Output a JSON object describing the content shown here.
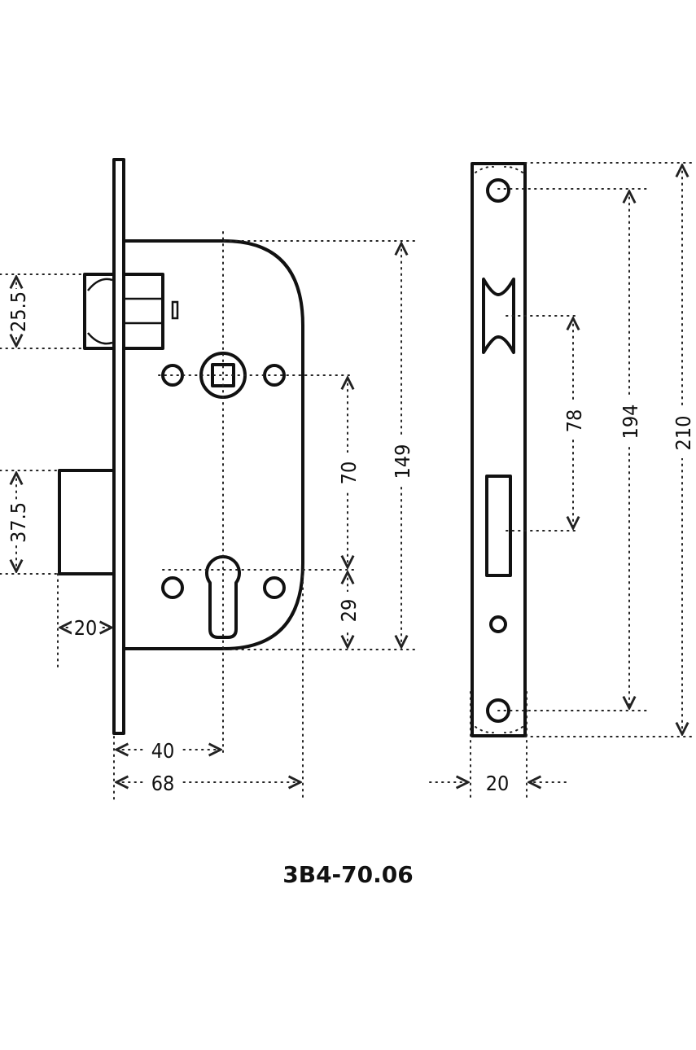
{
  "model": "3B4-70.06",
  "dimensions": {
    "latch_height": "25.5",
    "bolt_height": "37.5",
    "bolt_throw": "20",
    "backset": "40",
    "case_depth": "68",
    "center_distance": "70",
    "cylinder_to_bottom": "29",
    "case_height": "149",
    "strike_hole_spacing": "78",
    "faceplate_screw_spacing": "194",
    "faceplate_length": "210",
    "faceplate_width": "20"
  }
}
